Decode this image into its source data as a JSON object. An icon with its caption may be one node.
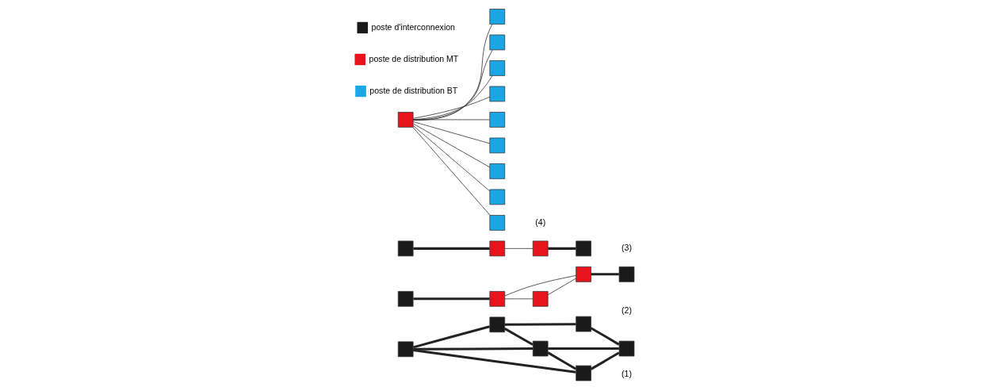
{
  "diagram": {
    "nodes": [
      {
        "text": [],
        "shape": "box"
      },
      {
        "text": [],
        "shape": "box"
      },
      {
        "text": [],
        "shape": "box"
      },
      {
        "text": [],
        "shape": "box"
      },
      {
        "text": [],
        "shape": "box"
      },
      {
        "text": [],
        "shape": "box"
      },
      {
        "text": [],
        "shape": "box"
      },
      {
        "text": [],
        "shape": "box"
      },
      {
        "text": [],
        "shape": "box"
      },
      {
        "text": [],
        "shape": "box"
      },
      {
        "text": [],
        "shape": "box"
      },
      {
        "text": [],
        "shape": "box"
      },
      {
        "text": [],
        "shape": "box"
      },
      {
        "text": [],
        "shape": "box"
      },
      {
        "text": [],
        "shape": "box"
      },
      {
        "text": [],
        "shape": "box"
      },
      {
        "text": [],
        "shape": "box"
      },
      {
        "text": [],
        "shape": "box"
      },
      {
        "text": [],
        "shape": "box"
      },
      {
        "text": [],
        "shape": "box"
      },
      {
        "text": [],
        "shape": "box"
      },
      {
        "text": [],
        "shape": "box"
      },
      {
        "text": [],
        "shape": "box"
      },
      {
        "text": [],
        "shape": "box"
      },
      {
        "text": [],
        "shape": "box"
      }
    ],
    "edges": [
      {
        "from": 0,
        "to": 1,
        "arrow": "none",
        "style": "thick"
      },
      {
        "from": 0,
        "to": 3,
        "arrow": "none",
        "style": "thick"
      },
      {
        "from": 1,
        "to": 2,
        "arrow": "none",
        "style": "thick"
      },
      {
        "from": 1,
        "to": 3,
        "arrow": "none",
        "style": "thick"
      },
      {
        "from": 3,
        "to": 4,
        "arrow": "none",
        "style": "thick"
      },
      {
        "from": 2,
        "to": 4,
        "arrow": "none",
        "style": "thick"
      },
      {
        "from": 3,
        "to": 5,
        "arrow": "none",
        "style": "thick"
      },
      {
        "from": 0,
        "to": 5,
        "arrow": "none",
        "style": "thick"
      },
      {
        "from": 5,
        "to": 4,
        "arrow": "none",
        "style": "thick"
      },
      {
        "from": 6,
        "to": 7,
        "arrow": "none",
        "style": "thick"
      },
      {
        "from": 7,
        "to": 8,
        "arrow": "none"
      },
      {
        "from": 8,
        "to": 9,
        "arrow": "none",
        "style": "thick"
      },
      {
        "from": 7,
        "to": 10,
        "arrow": "none"
      },
      {
        "from": 10,
        "to": 8,
        "arrow": "none"
      },
      {
        "from": 11,
        "to": 12,
        "arrow": "none",
        "style": "thick"
      },
      {
        "from": 12,
        "to": 13,
        "arrow": "none"
      },
      {
        "from": 13,
        "to": 14,
        "arrow": "none",
        "style": "thick"
      },
      {
        "from": 15,
        "to": 16,
        "arrow": "none"
      },
      {
        "from": 15,
        "to": 17,
        "arrow": "none"
      },
      {
        "from": 15,
        "to": 18,
        "arrow": "none"
      },
      {
        "from": 15,
        "to": 19,
        "arrow": "none"
      },
      {
        "from": 15,
        "to": 20,
        "arrow": "none"
      },
      {
        "from": 15,
        "to": 21,
        "arrow": "none"
      },
      {
        "from": 15,
        "to": 22,
        "arrow": "none"
      },
      {
        "from": 15,
        "to": 23,
        "arrow": "none"
      },
      {
        "from": 15,
        "to": 24,
        "arrow": "none"
      }
    ],
    "labels": [
      "(1)",
      "(2)",
      "(3)",
      "(4)"
    ],
    "legend": [
      {
        "text": "poste d'interconnexion",
        "color": "#1a1a1a"
      },
      {
        "text": "poste de distribution MT",
        "color": "#e8141c"
      },
      {
        "text": "poste de distribution BT",
        "color": "#1ba6e6"
      }
    ]
  }
}
